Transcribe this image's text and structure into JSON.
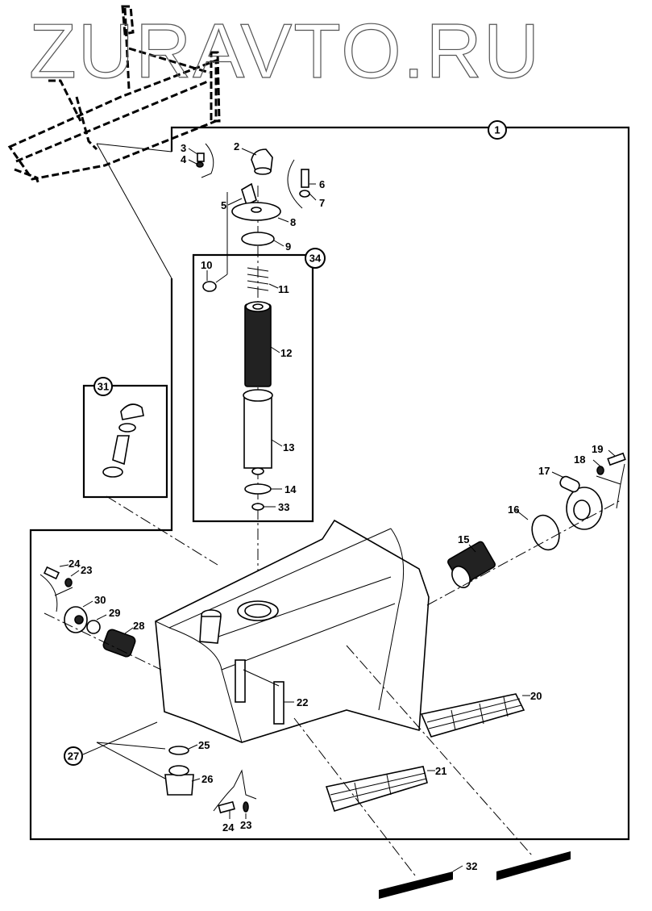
{
  "watermark": "ZURAVTO.RU",
  "diagram_title": "Hydraulic tank assembly — exploded parts view",
  "assembly_callouts": {
    "main_assembly": "1",
    "filler_cap_kit": "31",
    "filter_kit": "34",
    "drain_plug_kit": "27"
  },
  "part_labels": {
    "p2": "2",
    "p3": "3",
    "p4": "4",
    "p5": "5",
    "p6": "6",
    "p7": "7",
    "p8": "8",
    "p9": "9",
    "p10": "10",
    "p11": "11",
    "p12": "12",
    "p13": "13",
    "p14": "14",
    "p15": "15",
    "p16": "16",
    "p17": "17",
    "p18": "18",
    "p19": "19",
    "p20": "20",
    "p21": "21",
    "p22": "22",
    "p23a": "23",
    "p23b": "23",
    "p24a": "24",
    "p24b": "24",
    "p25": "25",
    "p26": "26",
    "p28": "28",
    "p29": "29",
    "p30": "30",
    "p32": "32",
    "p33": "33"
  }
}
